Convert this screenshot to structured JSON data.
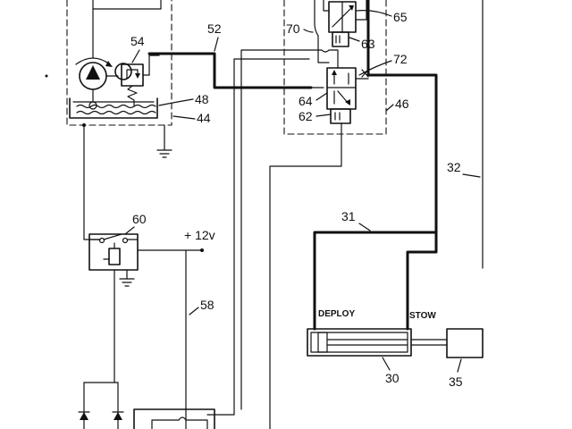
{
  "diagram": {
    "labels": {
      "l54": "54",
      "l52": "52",
      "l70": "70",
      "l65": "65",
      "l63": "63",
      "l72": "72",
      "l48": "48",
      "l44": "44",
      "l64": "64",
      "l62": "62",
      "l46": "46",
      "l32": "32",
      "l60": "60",
      "l12v": "+ 12v",
      "l31": "31",
      "l58": "58",
      "ldeploy": "DEPLOY",
      "lstow": "STOW",
      "l30": "30",
      "l35": "35"
    }
  }
}
